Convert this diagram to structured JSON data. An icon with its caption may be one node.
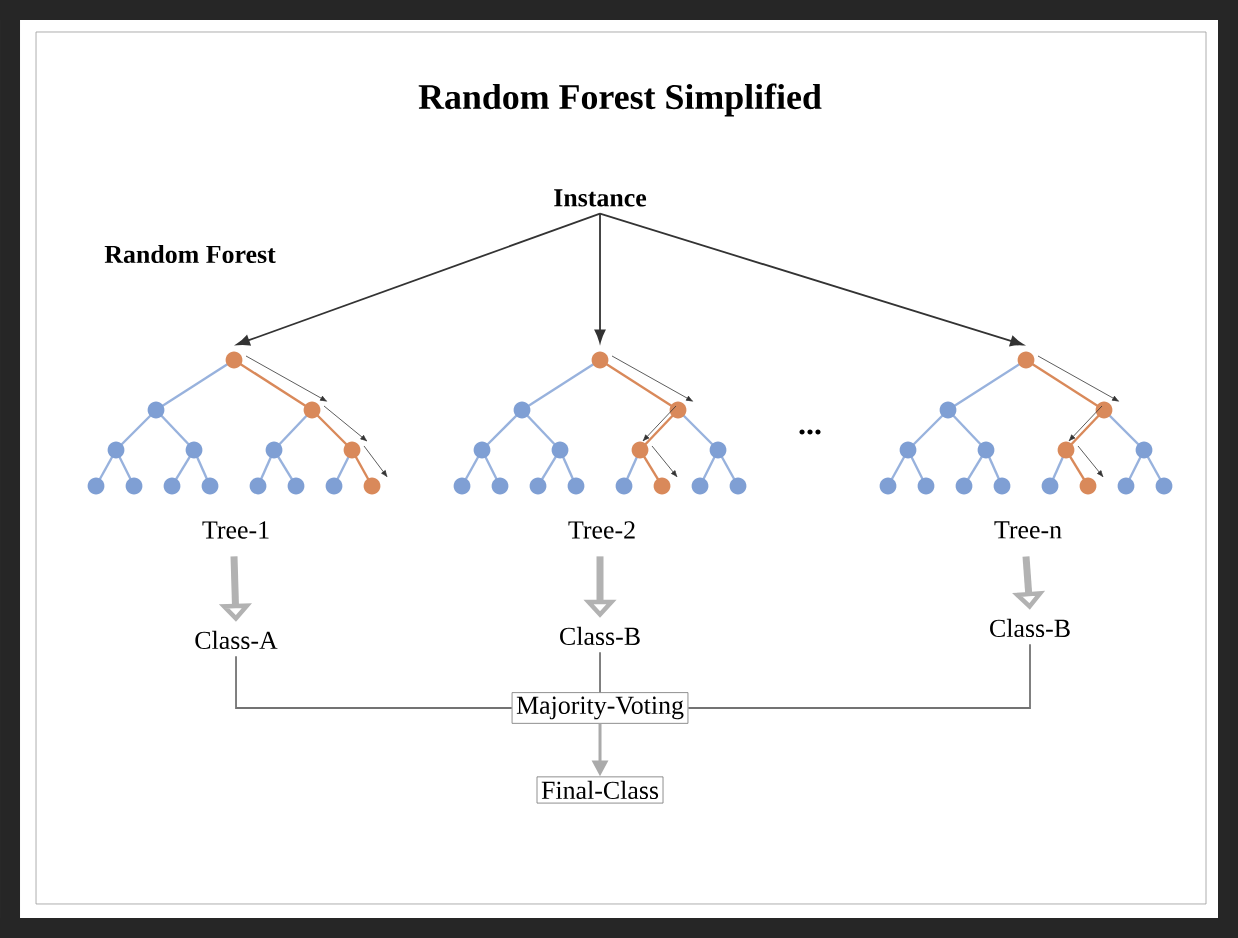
{
  "diagram": {
    "title": "Random Forest Simplified",
    "nodes": [
      {
        "text": [
          "Instance"
        ]
      },
      {
        "text": [],
        "shape": "picture",
        "beside": [
          "Tree-1"
        ]
      },
      {
        "text": [],
        "shape": "picture",
        "beside": [
          "Tree-2"
        ]
      },
      {
        "text": [],
        "shape": "picture",
        "beside": [
          "Tree-n"
        ]
      },
      {
        "text": [
          "Class-A"
        ]
      },
      {
        "text": [
          "Class-B"
        ]
      },
      {
        "text": [
          "Class-B"
        ]
      },
      {
        "text": [
          "Majority-Voting"
        ]
      },
      {
        "text": [
          "Final-Class"
        ]
      }
    ],
    "edges": [
      {
        "from": 0,
        "to": 1,
        "arrow": "to"
      },
      {
        "from": 0,
        "to": 2,
        "arrow": "to"
      },
      {
        "from": 0,
        "to": 3,
        "arrow": "to"
      },
      {
        "from": 1,
        "to": 4,
        "arrow": "to",
        "style": "thick",
        "color": "#b2b2b2"
      },
      {
        "from": 2,
        "to": 5,
        "arrow": "to",
        "style": "thick",
        "color": "#b2b2b2"
      },
      {
        "from": 3,
        "to": 6,
        "arrow": "to",
        "style": "thick",
        "color": "#b2b2b2"
      },
      {
        "from": 4,
        "to": 7,
        "arrow": "none"
      },
      {
        "from": 5,
        "to": 7,
        "arrow": "none"
      },
      {
        "from": 6,
        "to": 7,
        "arrow": "none"
      },
      {
        "from": 7,
        "to": 8,
        "arrow": "to",
        "color": "#aaaaaa"
      }
    ],
    "labels": [
      "Random Forest",
      "..."
    ]
  }
}
